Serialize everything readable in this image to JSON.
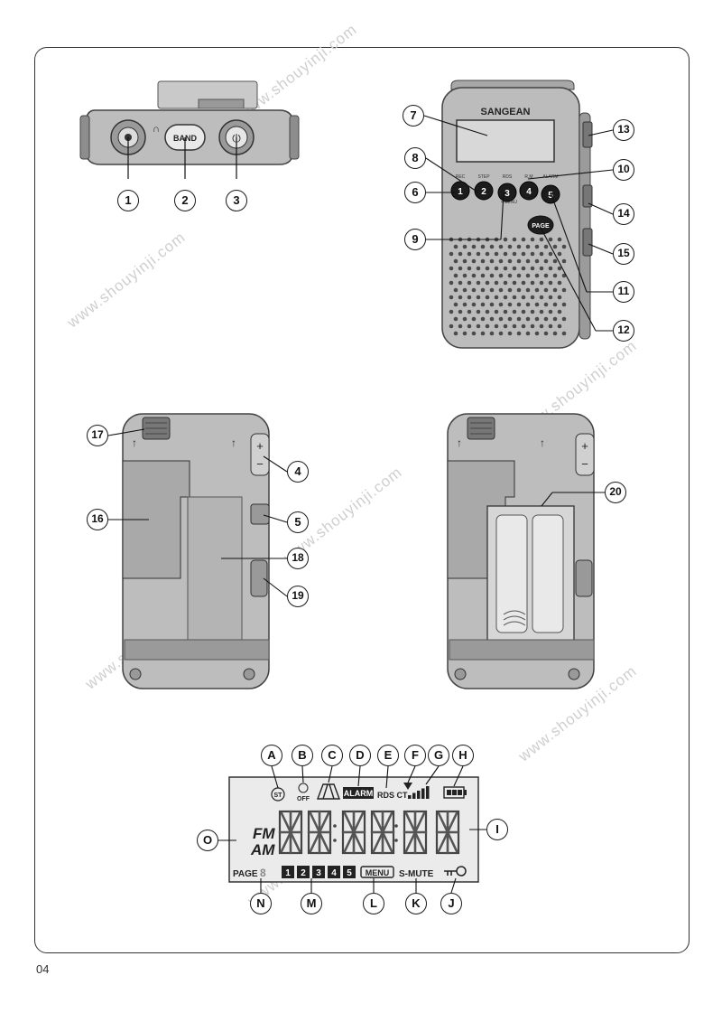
{
  "page": {
    "number": "04"
  },
  "watermark": {
    "text": "www.shouyinji.com"
  },
  "device": {
    "brand": "SANGEAN",
    "button_band": "BAND",
    "button_page": "PAGE",
    "presets": [
      "1",
      "2",
      "3",
      "4",
      "5"
    ],
    "small_labels": {
      "rec": "REC",
      "step": "STEP",
      "rds": "RDS",
      "rm": "R.M",
      "alarm": "ALARM",
      "menu": "• MENU"
    }
  },
  "lcd": {
    "st": "ST",
    "off": "OFF",
    "alarm": "ALARM",
    "rds_ct": "RDS CT",
    "fm": "FM",
    "am": "AM",
    "page": "PAGE",
    "presets": [
      "1",
      "2",
      "3",
      "4",
      "5"
    ],
    "menu": "MENU",
    "smute": "S-MUTE"
  },
  "callouts": {
    "c1": "1",
    "c2": "2",
    "c3": "3",
    "c4": "4",
    "c5": "5",
    "c6": "6",
    "c7": "7",
    "c8": "8",
    "c9": "9",
    "c10": "10",
    "c11": "11",
    "c12": "12",
    "c13": "13",
    "c14": "14",
    "c15": "15",
    "c16": "16",
    "c17": "17",
    "c18": "18",
    "c19": "19",
    "c20": "20",
    "c4b": "4",
    "c5b": "5",
    "A": "A",
    "B": "B",
    "C": "C",
    "D": "D",
    "E": "E",
    "F": "F",
    "G": "G",
    "H": "H",
    "I": "I",
    "J": "J",
    "K": "K",
    "L": "L",
    "M": "M",
    "N": "N",
    "O": "O"
  }
}
